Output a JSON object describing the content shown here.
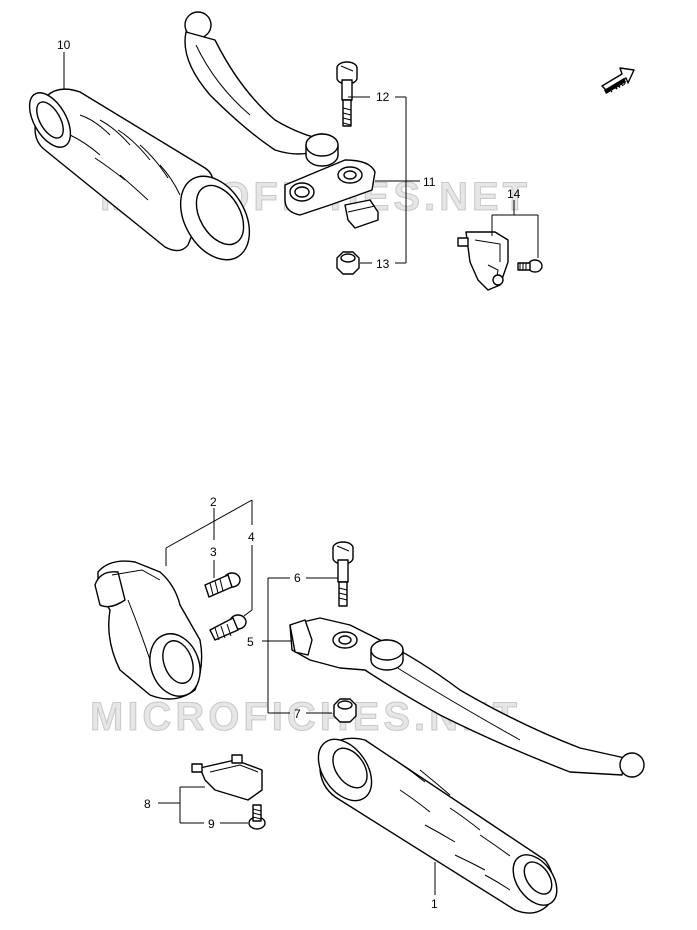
{
  "diagram": {
    "watermark": "MICROFICHES.NET",
    "fwd_label": "FWD",
    "callouts": {
      "c1": "1",
      "c2": "2",
      "c3": "3",
      "c4": "4",
      "c5": "5",
      "c6": "6",
      "c7": "7",
      "c8": "8",
      "c9": "9",
      "c10": "10",
      "c11": "11",
      "c12": "12",
      "c13": "13",
      "c14": "14"
    }
  }
}
